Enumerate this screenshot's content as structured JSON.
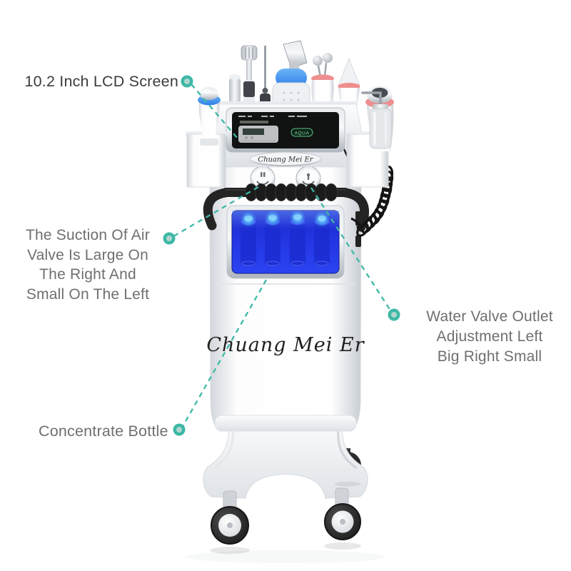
{
  "page": {
    "background": "#ffffff"
  },
  "colors": {
    "page-bg": "#ffffff",
    "accent-teal": "#3eb8a6",
    "accent-teal-light": "#b2d6cf",
    "label-gray": "#6f6f6f",
    "label-dark": "#3c3c3c",
    "window-blue-dark": "#1a2ac8",
    "window-blue": "#2b43f2",
    "glow-cyan": "#8ef0ff",
    "handle-black": "#242424",
    "aqua-green": "#93dcab",
    "accent-blue": "#2f86f0",
    "accent-red": "#ef8e8e"
  },
  "callouts": {
    "lcd": {
      "text": "10.2 Inch LCD Screen"
    },
    "suction": {
      "lines": [
        "The Suction Of Air",
        "Valve Is Large On",
        "The Right And",
        "Small On The Left"
      ]
    },
    "water": {
      "lines": [
        "Water Valve Outlet",
        "Adjustment Left",
        "Big Right Small"
      ]
    },
    "concentrate": {
      "text": "Concentrate Bottle"
    }
  },
  "machine": {
    "brand": "Chuang Mei Er",
    "screen_button": "AQUA"
  }
}
